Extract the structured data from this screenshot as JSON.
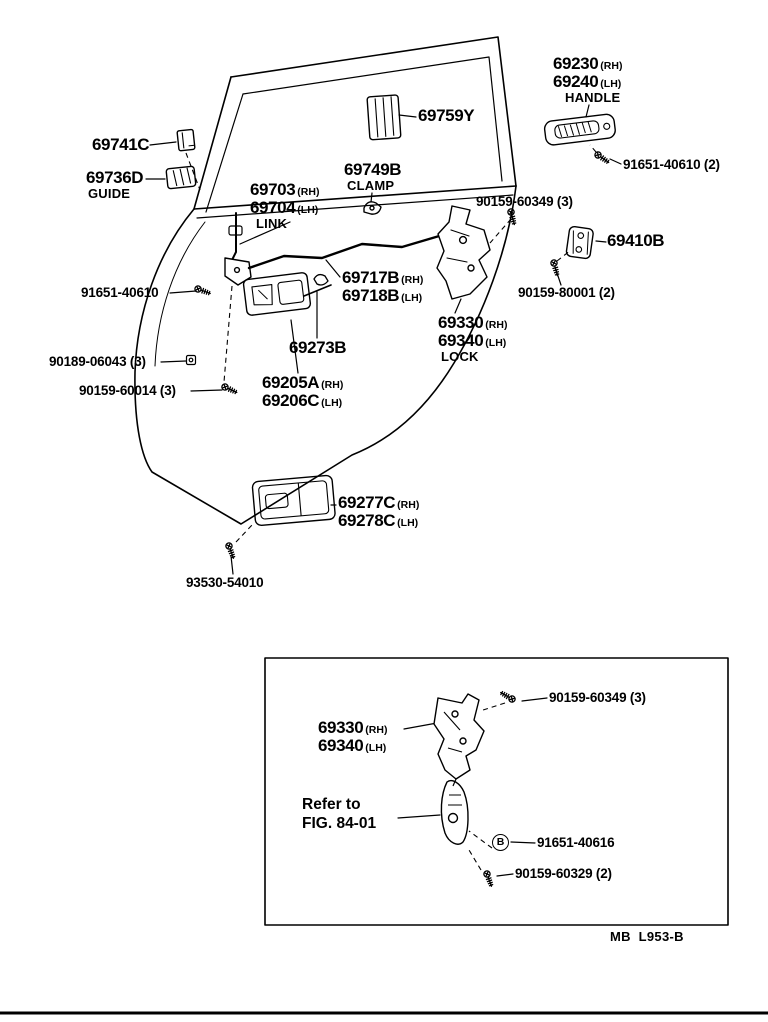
{
  "page": {
    "footer_code": "MB  L953-B"
  },
  "parts": {
    "handle_outer": {
      "num_rh": "69230",
      "side_rh": "(RH)",
      "num_lh": "69240",
      "side_lh": "(LH)",
      "caption": "HANDLE"
    },
    "handle_screw": {
      "text": "91651-40610 (2)"
    },
    "pad": {
      "num": "69759Y"
    },
    "stopper": {
      "num": "69741C"
    },
    "guide": {
      "num": "69736D",
      "caption": "GUIDE"
    },
    "link": {
      "num_rh": "69703",
      "side_rh": "(RH)",
      "num_lh": "69704",
      "side_lh": "(LH)",
      "caption": "LINK"
    },
    "clamp": {
      "num": "69749B",
      "caption": "CLAMP"
    },
    "lock_screw": {
      "text": "90159-60349 (3)"
    },
    "striker": {
      "num": "69410B"
    },
    "rod": {
      "num_rh": "69717B",
      "side_rh": "(RH)",
      "num_lh": "69718B",
      "side_lh": "(LH)"
    },
    "striker_screw": {
      "text": "90159-80001 (2)"
    },
    "link_screw": {
      "text": "91651-40610"
    },
    "lock": {
      "num_rh": "69330",
      "side_rh": "(RH)",
      "num_lh": "69340",
      "side_lh": "(LH)",
      "caption": "LOCK"
    },
    "clip": {
      "num": "69273B"
    },
    "grommet": {
      "text": "90189-06043 (3)"
    },
    "inner_handle_screw": {
      "text": "90159-60014 (3)"
    },
    "inner_handle": {
      "num_rh": "69205A",
      "side_rh": "(RH)",
      "num_lh": "69206C",
      "side_lh": "(LH)"
    },
    "bezel": {
      "num_rh": "69277C",
      "side_rh": "(RH)",
      "num_lh": "69278C",
      "side_lh": "(LH)"
    },
    "bezel_screw": {
      "text": "93530-54010"
    }
  },
  "inset": {
    "top_screw": {
      "text": "90159-60349 (3)"
    },
    "lock": {
      "num_rh": "69330",
      "side_rh": "(RH)",
      "num_lh": "69340",
      "side_lh": "(LH)"
    },
    "refer_line1": "Refer to",
    "refer_line2": "FIG. 84-01",
    "bolt": {
      "text": "91651-40616"
    },
    "bottom_screw": {
      "text": "90159-60329 (2)"
    },
    "b_marker": "B"
  }
}
